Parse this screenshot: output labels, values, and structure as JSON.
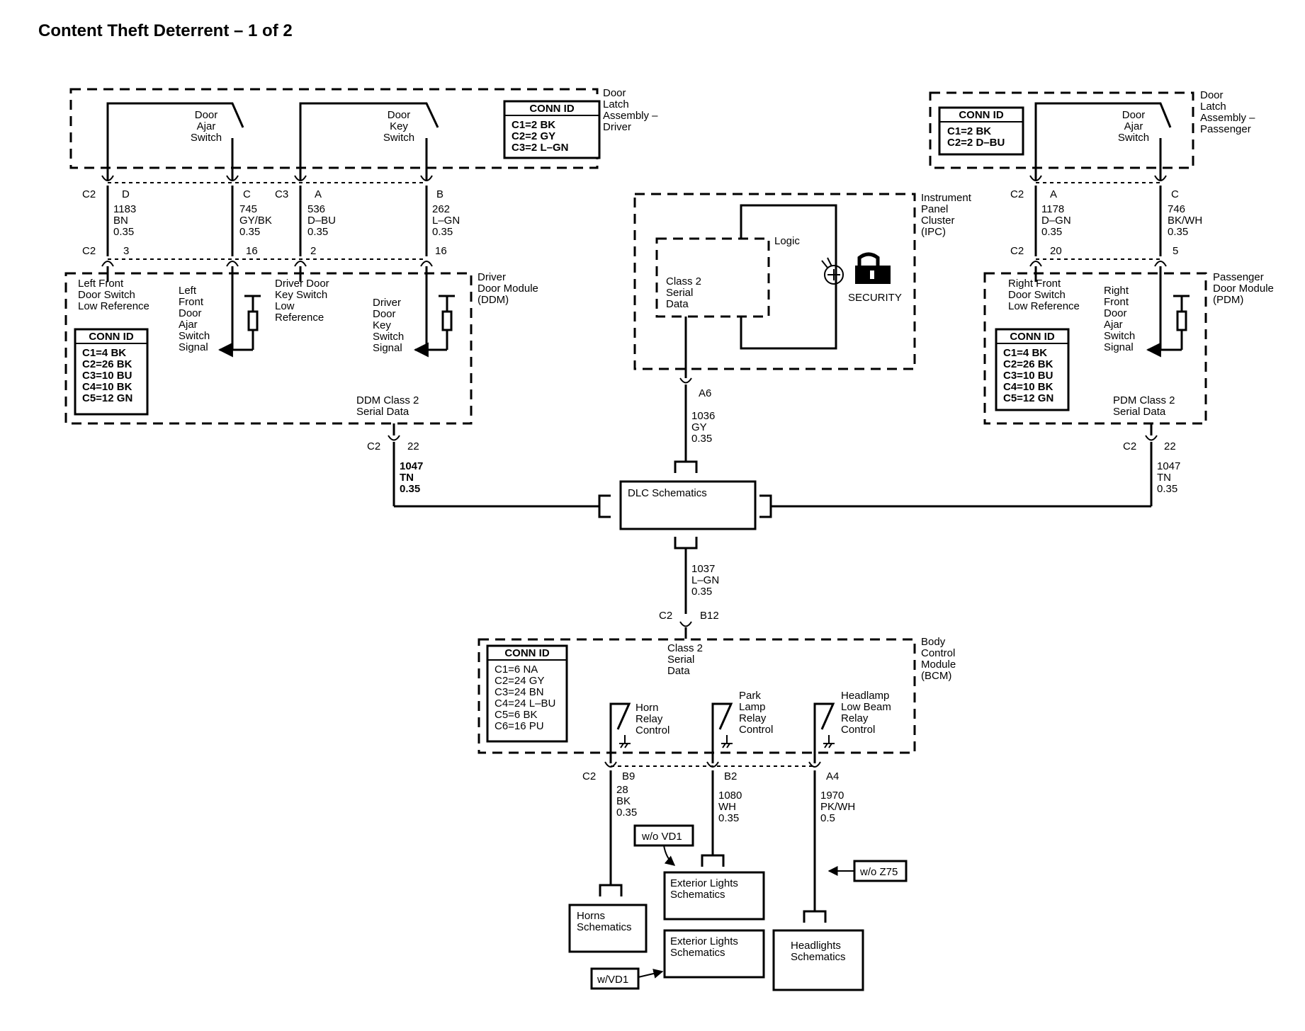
{
  "title": "Content Theft Deterrent – 1 of 2",
  "components": {
    "latch_driver": [
      "Door",
      "Latch",
      "Assembly –",
      "Driver"
    ],
    "latch_passenger": [
      "Door",
      "Latch",
      "Assembly –",
      "Passenger"
    ],
    "ipc": [
      "Instrument",
      "Panel",
      "Cluster",
      "(IPC)"
    ],
    "ddm": [
      "Driver",
      "Door Module",
      "(DDM)"
    ],
    "pdm": [
      "Passenger",
      "Door Module",
      "(PDM)"
    ],
    "bcm": [
      "Body",
      "Control",
      "Module",
      "(BCM)"
    ]
  },
  "conn_id": {
    "latch_driver": {
      "title": "CONN ID",
      "lines": [
        "C1=2 BK",
        "C2=2 GY",
        "C3=2 L–GN"
      ]
    },
    "latch_passenger": {
      "title": "CONN ID",
      "lines": [
        "C1=2 BK",
        "C2=2 D–BU"
      ]
    },
    "ddm": {
      "title": "CONN ID",
      "lines": [
        "C1=4 BK",
        "C2=26 BK",
        "C3=10 BU",
        "C4=10 BK",
        "C5=12 GN"
      ]
    },
    "pdm": {
      "title": "CONN ID",
      "lines": [
        "C1=4 BK",
        "C2=26 BK",
        "C3=10 BU",
        "C4=10 BK",
        "C5=12 GN"
      ]
    },
    "bcm": {
      "title": "CONN ID",
      "lines": [
        "C1=6 NA",
        "C2=24 GY",
        "C3=24 BN",
        "C4=24 L–BU",
        "C5=6 BK",
        "C6=16 PU"
      ]
    }
  },
  "switches": {
    "driver_ajar": [
      "Door",
      "Ajar",
      "Switch"
    ],
    "driver_key": [
      "Door",
      "Key",
      "Switch"
    ],
    "pass_ajar": [
      "Door",
      "Ajar",
      "Switch"
    ]
  },
  "module_labels": {
    "lf_low_ref": [
      "Left Front",
      "Door Switch",
      "Low Reference"
    ],
    "lf_ajar_sig": [
      "Left",
      "Front",
      "Door",
      "Ajar",
      "Switch",
      "Signal"
    ],
    "drv_key_low": [
      "Driver Door",
      "Key Switch",
      "Low",
      "Reference"
    ],
    "drv_key_sig": [
      "Driver",
      "Door",
      "Key",
      "Switch",
      "Signal"
    ],
    "ddm_serial": [
      "DDM Class 2",
      "Serial Data"
    ],
    "rf_low_ref": [
      "Right Front",
      "Door Switch",
      "Low Reference"
    ],
    "rf_ajar_sig": [
      "Right",
      "Front",
      "Door",
      "Ajar",
      "Switch",
      "Signal"
    ],
    "pdm_serial": [
      "PDM Class 2",
      "Serial Data"
    ],
    "ipc_serial": [
      "Class 2",
      "Serial",
      "Data"
    ],
    "ipc_logic": "Logic",
    "ipc_security": "SECURITY",
    "bcm_serial": [
      "Class 2",
      "Serial",
      "Data"
    ],
    "horn_relay": [
      "Horn",
      "Relay",
      "Control"
    ],
    "park_relay": [
      "Park",
      "Lamp",
      "Relay",
      "Control"
    ],
    "headlamp_relay": [
      "Headlamp",
      "Low Beam",
      "Relay",
      "Control"
    ]
  },
  "connectors": {
    "top_c2": "C2",
    "pin_d": "D",
    "pin_c": "C",
    "top_c3": "C3",
    "pin_a": "A",
    "pin_b": "B",
    "mid_c2": "C2",
    "pin_3": "3",
    "pin_16a": "16",
    "pin_2": "2",
    "pin_16b": "16",
    "rt_c2": "C2",
    "rt_pin_a": "A",
    "rt_pin_c": "C",
    "rm_c2": "C2",
    "rt_pin_20": "20",
    "rt_pin_5": "5",
    "ddm_c2": "C2",
    "ddm_pin_22": "22",
    "pdm_c2": "C2",
    "pdm_pin_22": "22",
    "ipc_a6": "A6",
    "bcm_c2": "C2",
    "bcm_b12": "B12",
    "bot_c2": "C2",
    "pin_b9": "B9",
    "pin_b2": "B2",
    "pin_a4": "A4"
  },
  "wires": {
    "w1183": [
      "1183",
      "BN",
      "0.35"
    ],
    "w745": [
      "745",
      "GY/BK",
      "0.35"
    ],
    "w536": [
      "536",
      "D–BU",
      "0.35"
    ],
    "w262": [
      "262",
      "L–GN",
      "0.35"
    ],
    "w1178": [
      "1178",
      "D–GN",
      "0.35"
    ],
    "w746": [
      "746",
      "BK/WH",
      "0.35"
    ],
    "w1047_left": [
      "1047",
      "TN",
      "0.35"
    ],
    "w1047_right": [
      "1047",
      "TN",
      "0.35"
    ],
    "w1036": [
      "1036",
      "GY",
      "0.35"
    ],
    "w1037": [
      "1037",
      "L–GN",
      "0.35"
    ],
    "w28": [
      "28",
      "BK",
      "0.35"
    ],
    "w1080": [
      "1080",
      "WH",
      "0.35"
    ],
    "w1970": [
      "1970",
      "PK/WH",
      "0.5"
    ]
  },
  "schematic_boxes": {
    "dlc": [
      "DLC Schematics"
    ],
    "horns": [
      "Horns",
      "Schematics"
    ],
    "ext_lights_1": [
      "Exterior Lights",
      "Schematics"
    ],
    "ext_lights_2": [
      "Exterior Lights",
      "Schematics"
    ],
    "headlights": [
      "Headlights",
      "Schematics"
    ]
  },
  "options": {
    "wo_vd1": "w/o VD1",
    "w_vd1": "w/VD1",
    "wo_z75": "w/o Z75"
  }
}
